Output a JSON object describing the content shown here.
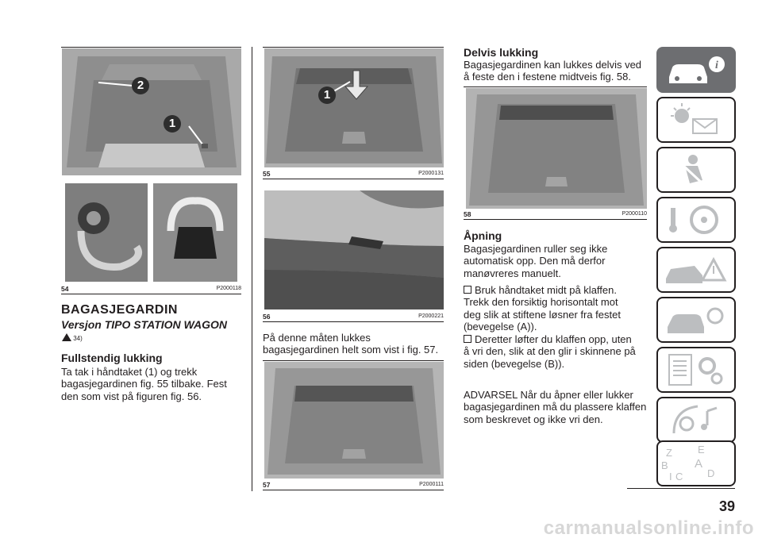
{
  "figures": {
    "fig54": {
      "number": "54",
      "code": "P2000118",
      "callouts": [
        "2",
        "1"
      ]
    },
    "fig55": {
      "number": "55",
      "code": "P2000131",
      "callouts": [
        "1"
      ]
    },
    "fig56": {
      "number": "56",
      "code": "P2000221"
    },
    "fig57": {
      "number": "57",
      "code": "P2000111"
    },
    "fig58": {
      "number": "58",
      "code": "P2000110"
    }
  },
  "col1": {
    "section_title": "BAGASJEGARDIN",
    "subtitle": "Versjon TIPO STATION WAGON",
    "warning_ref": "34)",
    "heading": "Fullstendig lukking",
    "lines": [
      "Ta tak i håndtaket (1) og trekk",
      "bagasjegardinen fig. 55 tilbake. Fest",
      "den som vist på figuren fig. 56."
    ]
  },
  "col2": {
    "lines": [
      "På denne måten lukkes",
      "bagasjegardinen helt som vist i fig. 57."
    ]
  },
  "col3": {
    "heading1": "Delvis lukking",
    "lines1": [
      "Bagasjegardinen kan lukkes delvis ved",
      "å feste den i festene midtveis fig. 58."
    ],
    "heading2": "Åpning",
    "lines2": [
      "Bagasjegardinen ruller seg ikke",
      "automatisk opp. Den må derfor",
      "manøvreres manuelt."
    ],
    "bullet1": [
      "Bruk håndtaket midt på klaffen.",
      "Trekk den forsiktig horisontalt mot",
      "deg slik at stiftene løsner fra festet",
      "(bevegelse (A))."
    ],
    "bullet2": [
      "Deretter løfter du klaffen opp, uten",
      "å vri den, slik at den glir i skinnene på",
      "siden (bevegelse (B))."
    ],
    "warning": [
      "ADVARSEL Når du åpner eller lukker",
      "bagasjegardinen må du plassere klaffen",
      "som beskrevet og ikke vri den."
    ]
  },
  "page_number": "39",
  "watermark": "carmanualsonline.info",
  "sidebar": [
    {
      "icon": "car-info-icon",
      "active": true
    },
    {
      "icon": "lights-mail-icon",
      "active": false
    },
    {
      "icon": "seat-airbag-icon",
      "active": false
    },
    {
      "icon": "key-steering-icon",
      "active": false
    },
    {
      "icon": "car-warning-icon",
      "active": false
    },
    {
      "icon": "car-service-icon",
      "active": false
    },
    {
      "icon": "specs-gears-icon",
      "active": false
    },
    {
      "icon": "multimedia-icon",
      "active": false
    },
    {
      "icon": "index-icon",
      "active": false,
      "letters": [
        "Z",
        "E",
        "A",
        "B",
        "C",
        "D",
        "I"
      ]
    }
  ]
}
